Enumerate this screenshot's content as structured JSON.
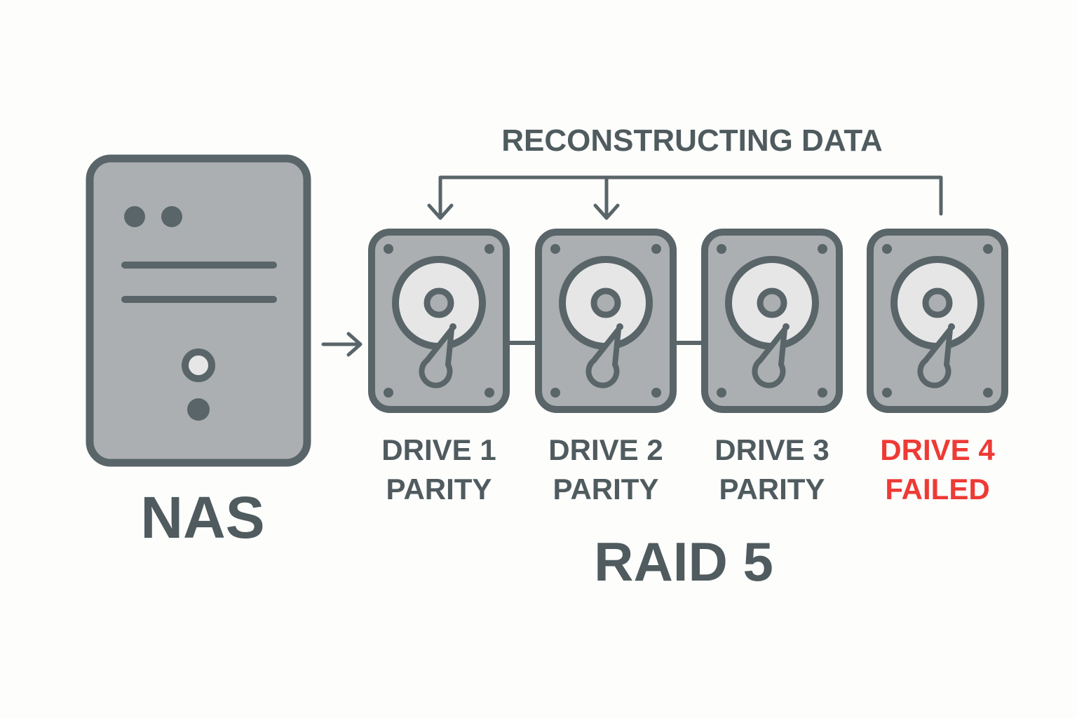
{
  "diagram": {
    "top_label": "RECONSTRUCTING DATA",
    "nas_label": "NAS",
    "array_label": "RAID 5",
    "drives": [
      {
        "name": "DRIVE 1",
        "status": "PARITY",
        "failed": false
      },
      {
        "name": "DRIVE 2",
        "status": "PARITY",
        "failed": false
      },
      {
        "name": "DRIVE 3",
        "status": "PARITY",
        "failed": false
      },
      {
        "name": "DRIVE 4",
        "status": "FAILED",
        "failed": true
      }
    ]
  },
  "colors": {
    "outline": "#596568",
    "body_fill": "#abafb1",
    "platter_fill": "#e6e6e6",
    "text": "#4f5b5e",
    "failed_text": "#ee3a35",
    "background": "#fdfdfc"
  },
  "icons": [
    "nas-server-icon",
    "hard-drive-icon",
    "arrow-right-icon",
    "arrow-down-icon"
  ]
}
